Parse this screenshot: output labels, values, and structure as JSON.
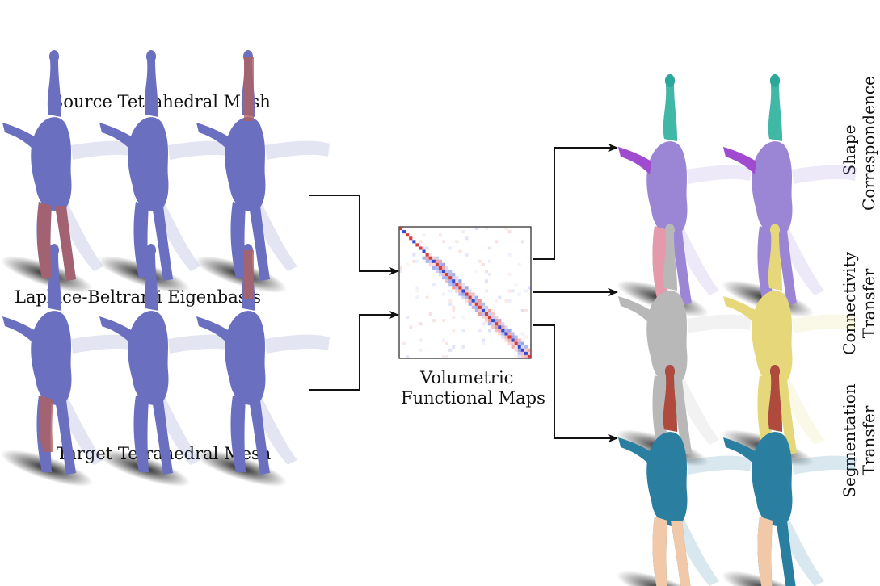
{
  "labels": {
    "source_mesh": "Source Tetrahedral Mesh",
    "eigenbasis": "Laplace-Beltrami Eigenbasis",
    "target_mesh": "Target Tetrahedral Mesh",
    "functional_maps_line1": "Volumetric",
    "functional_maps_line2": "Functional Maps"
  },
  "outputs": [
    {
      "line1": "Shape",
      "line2": "Correspondence"
    },
    {
      "line1": "Connectivity",
      "line2": "Transfer"
    },
    {
      "line1": "Segmentation",
      "line2": "Transfer"
    }
  ],
  "colors": {
    "eigen_blue": "#5b5fb0",
    "eigen_red": "#b06060",
    "matrix_red": "#d23030",
    "matrix_blue": "#2a3fd0",
    "grey_mesh": "#b8b8b8",
    "yellow_mesh": "#e6d87a",
    "teal_seg": "#2a7fa0",
    "red_seg": "#b04a3c",
    "peach_seg": "#f1c9a8"
  }
}
